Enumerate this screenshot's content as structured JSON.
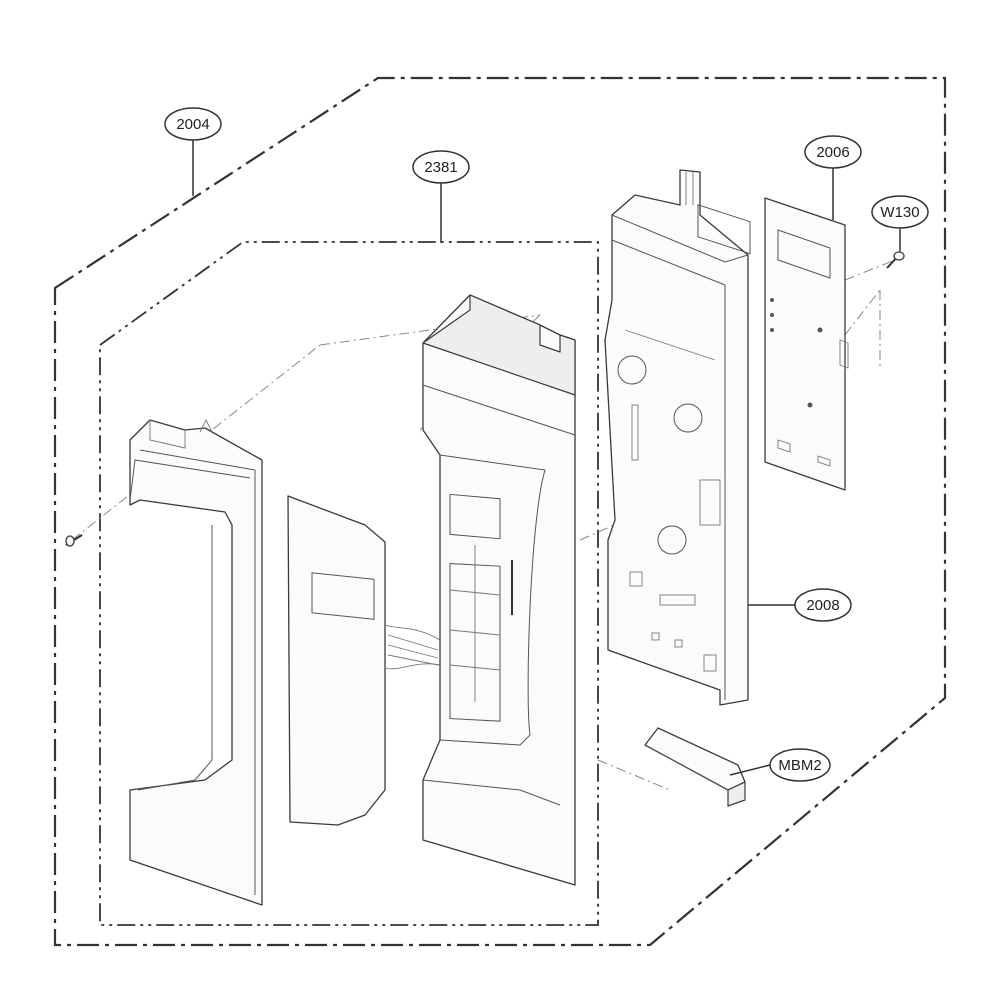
{
  "callouts": {
    "c2004": "2004",
    "c2381": "2381",
    "c2006": "2006",
    "cW130": "W130",
    "c2008": "2008",
    "cMBM2": "MBM2"
  }
}
